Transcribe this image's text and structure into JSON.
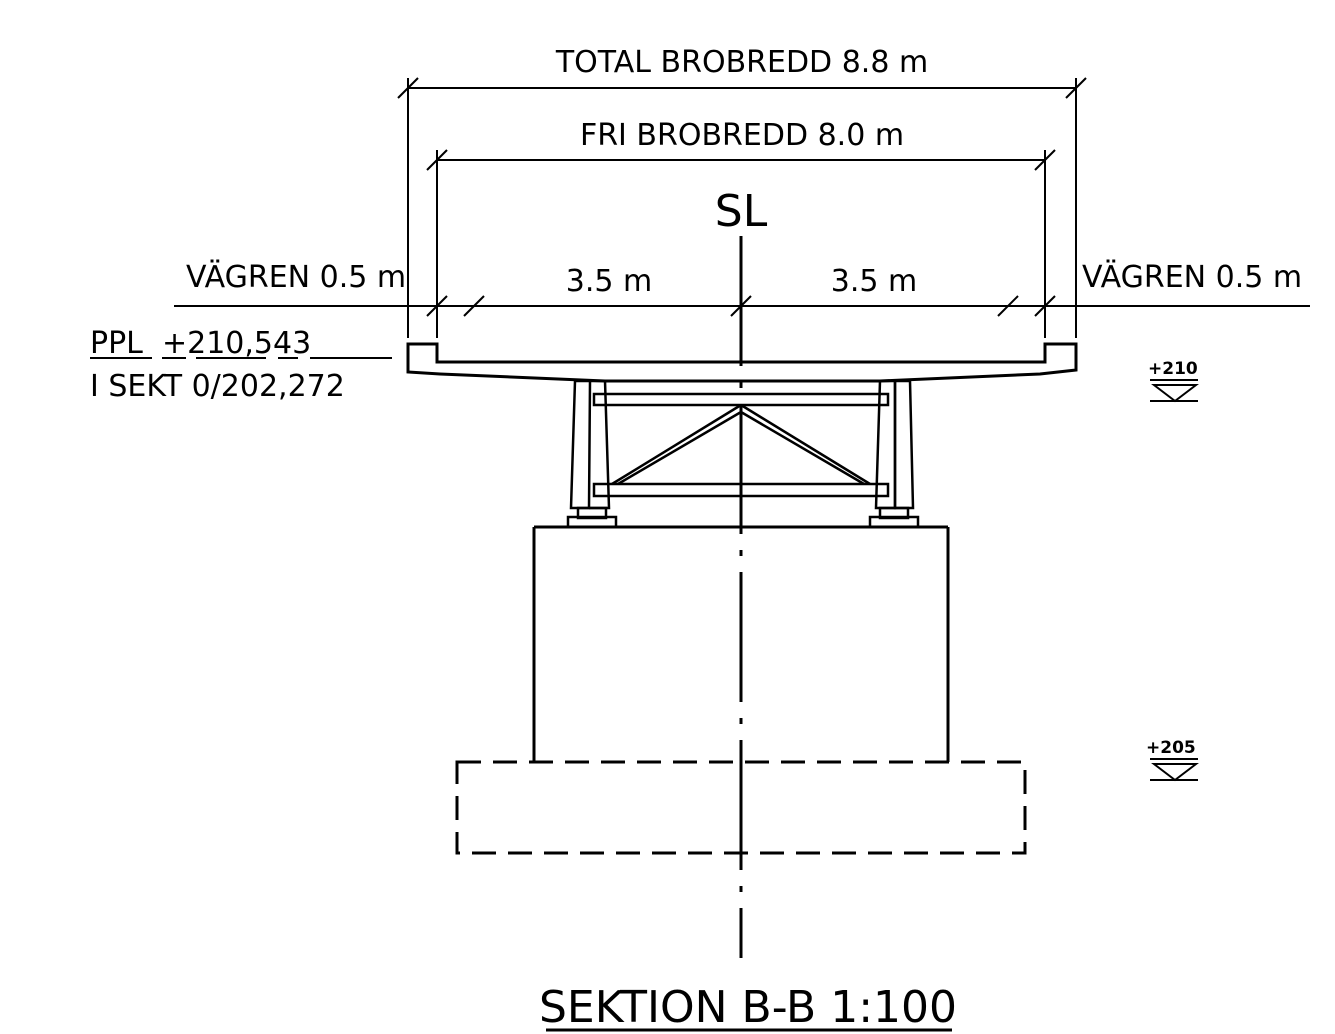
{
  "dimensions": {
    "total_width": "TOTAL BROBREDD 8.8 m",
    "free_width": "FRI BROBREDD 8.0 m",
    "centerline": "SL",
    "shoulder_left": "VÄGREN 0.5 m",
    "lane_left": "3.5 m",
    "lane_right": "3.5 m",
    "shoulder_right": "VÄGREN 0.5 m"
  },
  "profile": {
    "ppl_label": "PPL",
    "ppl_value": "+210,543",
    "section_line": "I SEKT 0/202,272"
  },
  "elevations": {
    "upper": "+210",
    "lower": "+205"
  },
  "title": "SEKTION B-B 1:100",
  "colors": {
    "line": "#000000",
    "background": "#ffffff"
  }
}
